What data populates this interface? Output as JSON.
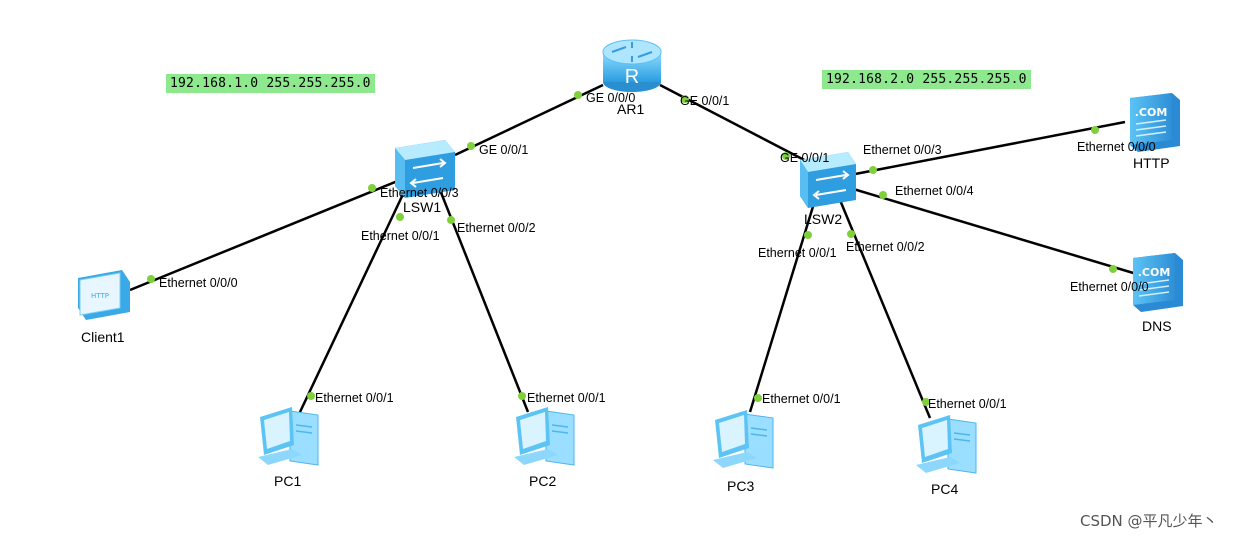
{
  "networks": {
    "left": "192.168.1.0 255.255.255.0",
    "right": "192.168.2.0 255.255.255.0"
  },
  "devices": {
    "ar1": "AR1",
    "lsw1": "LSW1",
    "lsw2": "LSW2",
    "client1": "Client1",
    "http": "HTTP",
    "dns": "DNS",
    "pc1": "PC1",
    "pc2": "PC2",
    "pc3": "PC3",
    "pc4": "PC4"
  },
  "device_glyphs": {
    "router_letter": "R",
    "server_badge": ".COM",
    "client_badge": "HTTP"
  },
  "ports": {
    "ar1_ge000": "GE 0/0/0",
    "ar1_ge001": "GE 0/0/1",
    "lsw1_ge001": "GE 0/0/1",
    "lsw1_e003": "Ethernet 0/0/3",
    "lsw1_e001": "Ethernet 0/0/1",
    "lsw1_e002": "Ethernet 0/0/2",
    "client1_e000": "Ethernet 0/0/0",
    "pc1_e001": "Ethernet 0/0/1",
    "pc2_e001": "Ethernet 0/0/1",
    "lsw2_ge001": "GE 0/0/1",
    "lsw2_e003": "Ethernet 0/0/3",
    "lsw2_e004": "Ethernet 0/0/4",
    "lsw2_e001": "Ethernet 0/0/1",
    "lsw2_e002": "Ethernet 0/0/2",
    "http_e000": "Ethernet 0/0/0",
    "dns_e000": "Ethernet 0/0/0",
    "pc3_e001": "Ethernet 0/0/1",
    "pc4_e001": "Ethernet 0/0/1"
  },
  "colors": {
    "link": "#000000",
    "port_dot": "#7fd13b",
    "network_label_bg": "#8ee88e",
    "device_blue": "#3fb2ee"
  },
  "watermark": "CSDN @平凡少年丶"
}
